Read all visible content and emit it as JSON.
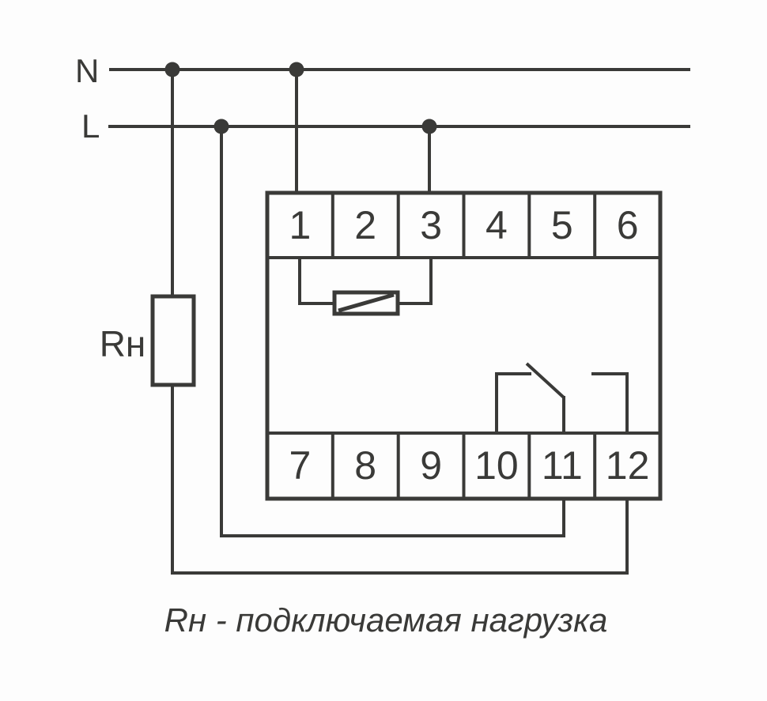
{
  "colors": {
    "line": "#3a3a38",
    "background": "#fdfdfd"
  },
  "power_lines": {
    "neutral_label": "N",
    "line_label": "L"
  },
  "load": {
    "label": "Rн"
  },
  "device": {
    "terminals_top": [
      "1",
      "2",
      "3",
      "4",
      "5",
      "6"
    ],
    "terminals_bottom": [
      "7",
      "8",
      "9",
      "10",
      "11",
      "12"
    ]
  },
  "caption": "Rн - подключаемая нагрузка"
}
